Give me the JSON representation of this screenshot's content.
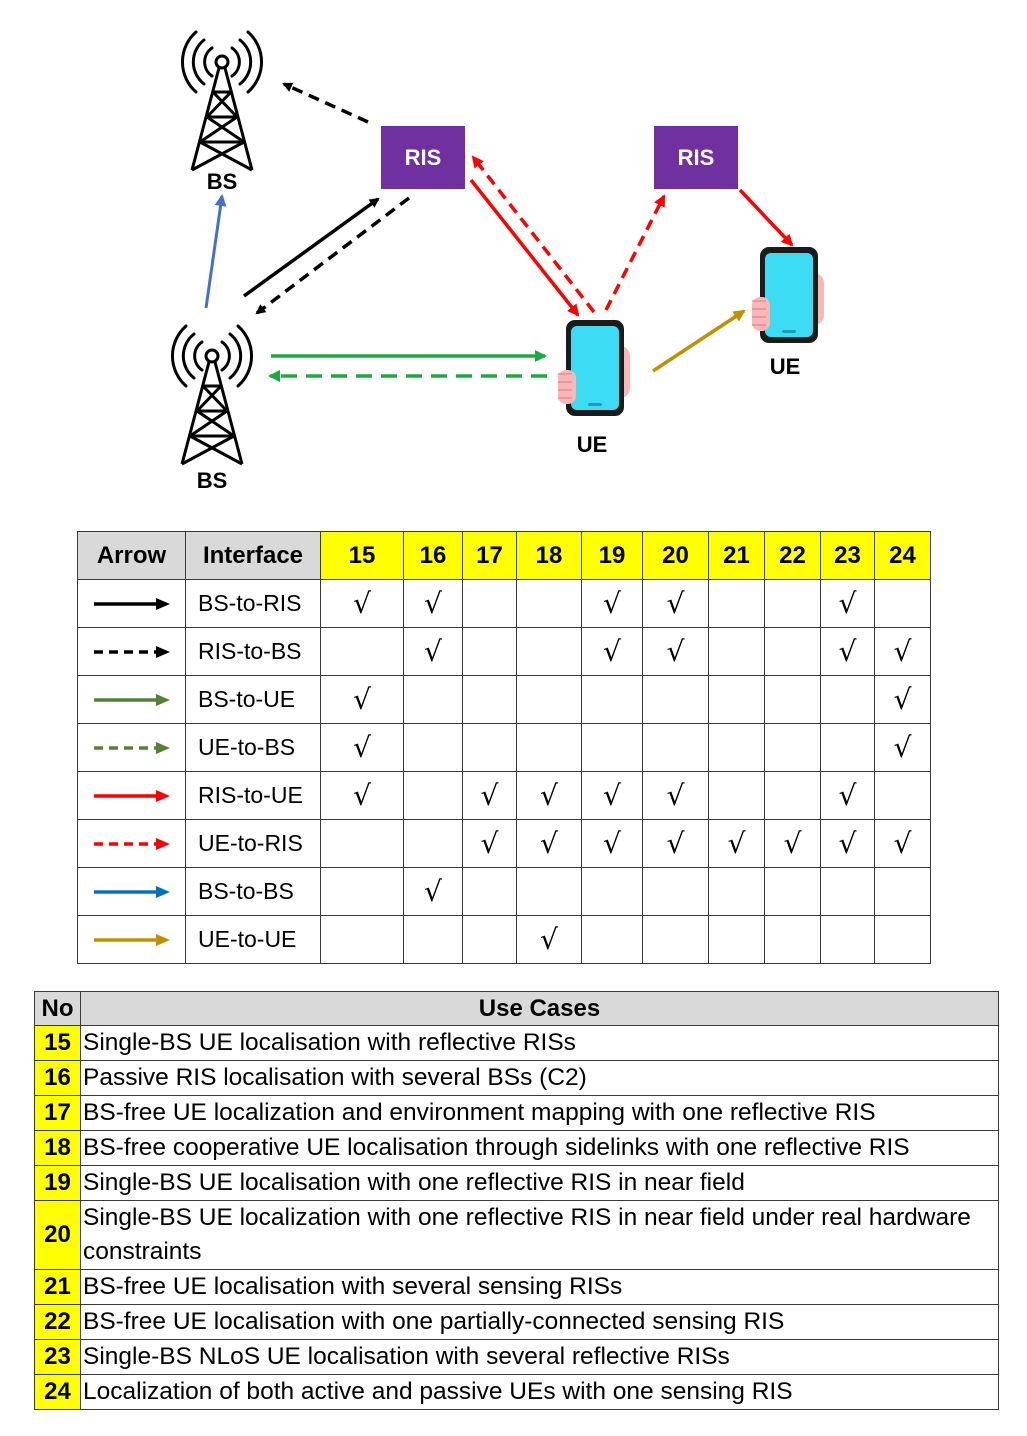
{
  "diagram": {
    "nodes": {
      "bs_top": "BS",
      "bs_bottom": "BS",
      "ris_left": "RIS",
      "ris_right": "RIS",
      "ue_center": "UE",
      "ue_right": "UE"
    },
    "colors": {
      "ris_box": "#7030a0",
      "black": "#000000",
      "green": "#1aab40",
      "red": "#ff0000",
      "blue": "#4472c4",
      "gold": "#bf9000",
      "phone_body": "#3ddcf5",
      "skin": "#f9b7b7"
    }
  },
  "arrow_table": {
    "header": {
      "arrow": "Arrow",
      "interface": "Interface",
      "cases": [
        "15",
        "16",
        "17",
        "18",
        "19",
        "20",
        "21",
        "22",
        "23",
        "24"
      ]
    },
    "check_symbol": "√",
    "rows": [
      {
        "interface": "BS-to-RIS",
        "color": "#000000",
        "dashed": false,
        "checks": [
          1,
          1,
          0,
          0,
          1,
          1,
          0,
          0,
          1,
          0
        ]
      },
      {
        "interface": "RIS-to-BS",
        "color": "#000000",
        "dashed": true,
        "checks": [
          0,
          1,
          0,
          0,
          1,
          1,
          0,
          0,
          1,
          1
        ]
      },
      {
        "interface": "BS-to-UE",
        "color": "#548235",
        "dashed": false,
        "checks": [
          1,
          0,
          0,
          0,
          0,
          0,
          0,
          0,
          0,
          1
        ]
      },
      {
        "interface": "UE-to-BS",
        "color": "#548235",
        "dashed": true,
        "checks": [
          1,
          0,
          0,
          0,
          0,
          0,
          0,
          0,
          0,
          1
        ]
      },
      {
        "interface": "RIS-to-UE",
        "color": "#ff0000",
        "dashed": false,
        "checks": [
          1,
          0,
          1,
          1,
          1,
          1,
          0,
          0,
          1,
          0
        ]
      },
      {
        "interface": "UE-to-RIS",
        "color": "#ff0000",
        "dashed": true,
        "checks": [
          0,
          0,
          1,
          1,
          1,
          1,
          1,
          1,
          1,
          1
        ]
      },
      {
        "interface": "BS-to-BS",
        "color": "#0070c0",
        "dashed": false,
        "checks": [
          0,
          1,
          0,
          0,
          0,
          0,
          0,
          0,
          0,
          0
        ]
      },
      {
        "interface": "UE-to-UE",
        "color": "#bf9000",
        "dashed": false,
        "checks": [
          0,
          0,
          0,
          1,
          0,
          0,
          0,
          0,
          0,
          0
        ]
      }
    ]
  },
  "usecase_table": {
    "header": {
      "no": "No",
      "use_cases": "Use Cases"
    },
    "rows": [
      {
        "no": "15",
        "text": "Single-BS UE localisation with reflective RISs"
      },
      {
        "no": "16",
        "text": "Passive RIS localisation with several BSs (C2)"
      },
      {
        "no": "17",
        "text": "BS-free UE localization and environment mapping with one reflective RIS"
      },
      {
        "no": "18",
        "text": "BS-free cooperative UE localisation through sidelinks with one reflective RIS"
      },
      {
        "no": "19",
        "text": "Single-BS UE localisation with one reflective RIS in near field"
      },
      {
        "no": "20",
        "text": "Single-BS UE localization with one reflective RIS in near field under real hardware constraints"
      },
      {
        "no": "21",
        "text": "BS-free UE localisation with several sensing RISs"
      },
      {
        "no": "22",
        "text": "BS-free UE localisation with one partially-connected sensing RIS"
      },
      {
        "no": "23",
        "text": "Single-BS NLoS UE localisation with several reflective RISs"
      },
      {
        "no": "24",
        "text": "Localization of both active and passive UEs with one sensing RIS"
      }
    ]
  }
}
